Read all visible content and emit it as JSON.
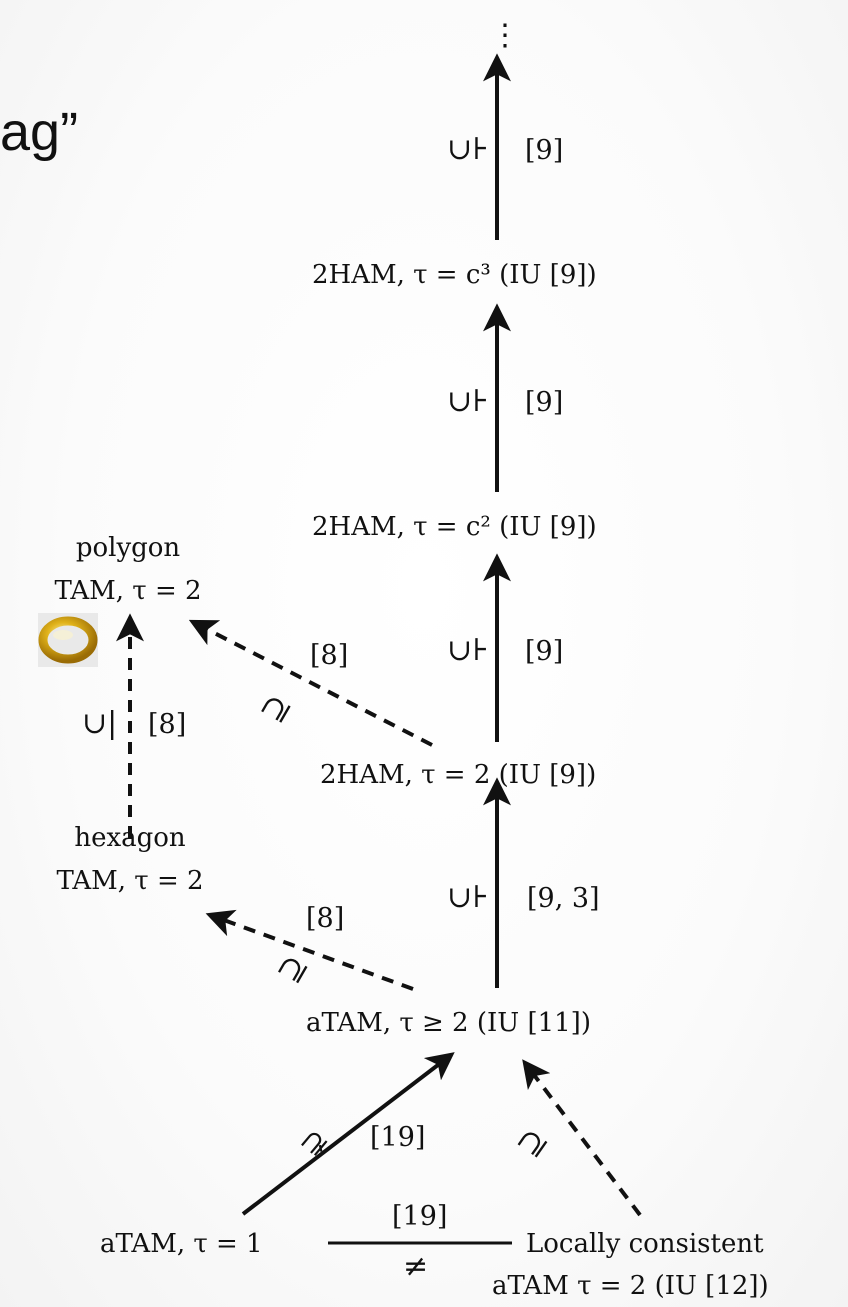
{
  "slide": {
    "title_fragment": "ag”"
  },
  "nodes": {
    "continuation": "⋮",
    "ham_c3": "2HAM, τ = c³ (IU [9])",
    "ham_c2": "2HAM, τ = c² (IU [9])",
    "ham_2": "2HAM, τ = 2 (IU [9])",
    "atam_ge2": "aTAM, τ ≥ 2 (IU [11])",
    "atam_1": "aTAM, τ = 1",
    "locally_consistent_line1": "Locally consistent",
    "locally_consistent_line2": "aTAM τ = 2 (IU [12])",
    "polygon_line1": "polygon",
    "polygon_line2": "TAM, τ = 2",
    "hexagon_line1": "hexagon",
    "hexagon_line2": "TAM, τ = 2"
  },
  "edges": {
    "top_ref": "[9]",
    "c3_c2_ref": "[9]",
    "c2_2_ref": "[9]",
    "ham2_atam_ref": "[9, 3]",
    "ham2_polygon_ref": "[8]",
    "hexagon_polygon_ref": "[8]",
    "atam_hexagon_ref": "[8]",
    "atam1_atam_ref": "[19]",
    "atam1_local_ref": "[19]",
    "strict_superset_symbol": "⊋",
    "strict_superset_vertical": "∪⊦",
    "superset_eq_symbol": "⊇",
    "superset_eq_vertical": "∪|",
    "not_equal_symbol": "≠"
  },
  "icons": {
    "ring": "gold-ring-icon"
  },
  "colors": {
    "ink": "#111111",
    "ring_gold": "#e0b21a"
  }
}
